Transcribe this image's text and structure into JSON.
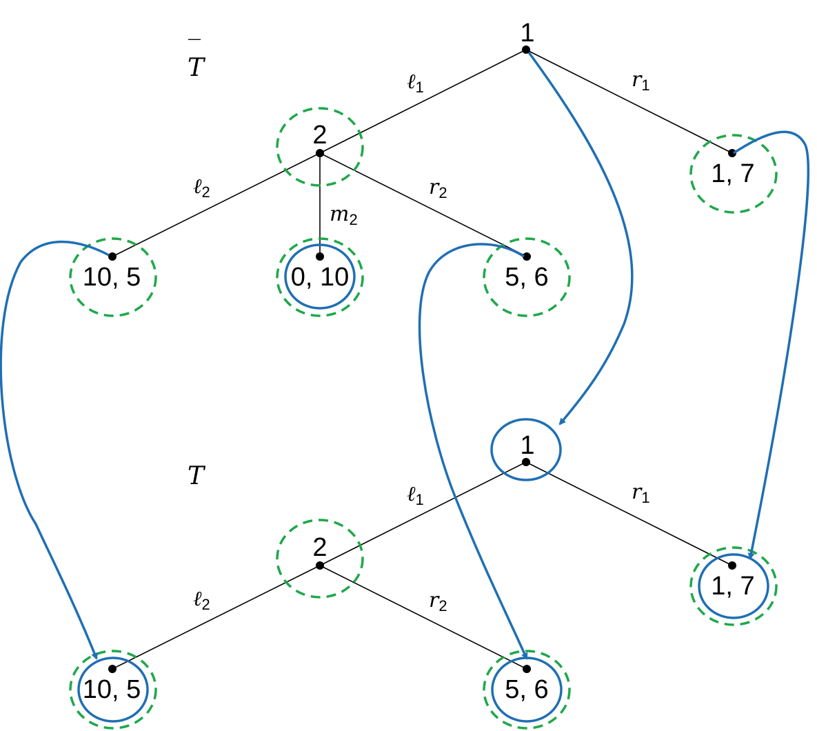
{
  "colors": {
    "edge": "#000000",
    "dominant_ring": "#1ea84a",
    "arrow": "#1f6fb4"
  },
  "tree_top": {
    "name": "T",
    "name_bar": "‾",
    "root_player": "1",
    "second_player": "2",
    "edges": {
      "l1": {
        "base": "ℓ",
        "sub": "1"
      },
      "r1": {
        "base": "r",
        "sub": "1"
      },
      "l2": {
        "base": "ℓ",
        "sub": "2"
      },
      "m2": {
        "base": "m",
        "sub": "2"
      },
      "r2": {
        "base": "r",
        "sub": "2"
      }
    },
    "payoffs": {
      "l2": "10, 5",
      "m2": "0, 10",
      "r2": "5, 6",
      "r1": "1, 7"
    }
  },
  "tree_bottom": {
    "name": "T",
    "root_player": "1",
    "second_player": "2",
    "edges": {
      "l1": {
        "base": "ℓ",
        "sub": "1"
      },
      "r1": {
        "base": "r",
        "sub": "1"
      },
      "l2": {
        "base": "ℓ",
        "sub": "2"
      },
      "r2": {
        "base": "r",
        "sub": "2"
      }
    },
    "payoffs": {
      "l2": "10, 5",
      "r2": "5, 6",
      "r1": "1, 7"
    }
  }
}
